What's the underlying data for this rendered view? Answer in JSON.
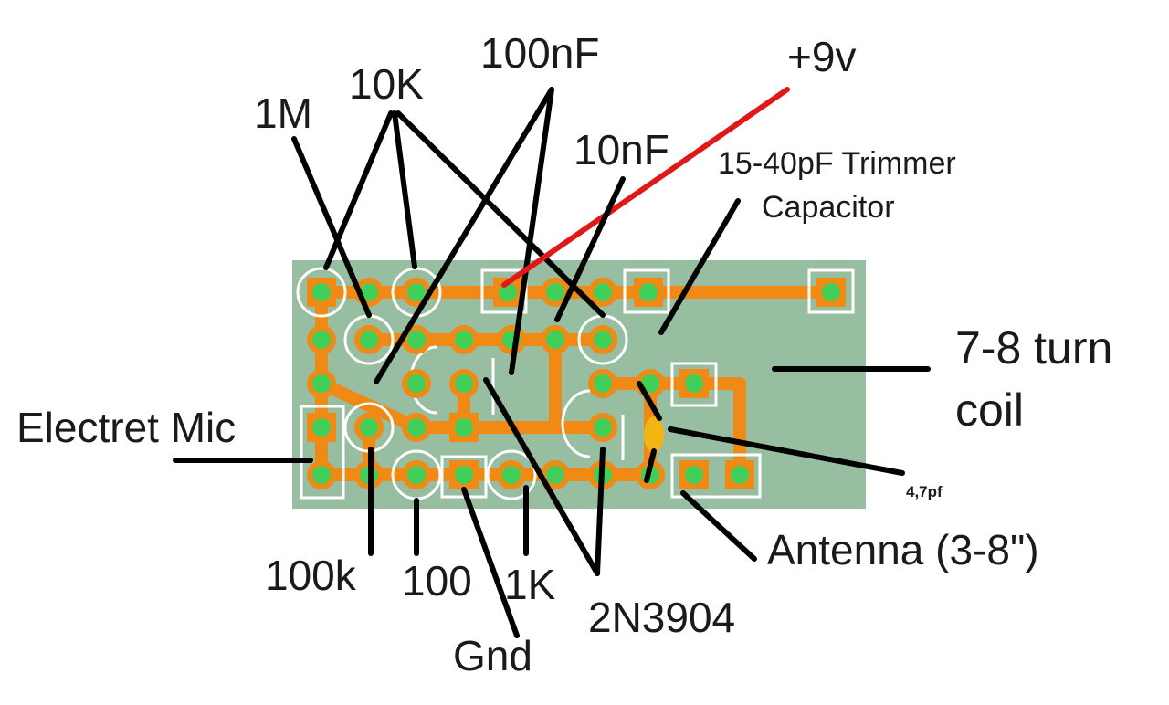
{
  "labels": {
    "r_1m": "1M",
    "r_10k": "10K",
    "c_100nf": "100nF",
    "supply": "+9v",
    "c_10nf": "10nF",
    "trimmer_line1": "15-40pF Trimmer",
    "trimmer_line2": "Capacitor",
    "coil_line1": "7-8 turn",
    "coil_line2": "coil",
    "mic": "Electret Mic",
    "c_4_7pf": "4,7pf",
    "r_100k": "100k",
    "r_100": "100",
    "r_1k": "1K",
    "ground": "Gnd",
    "transistor": "2N3904",
    "antenna": "Antenna (3-8\")"
  },
  "colors": {
    "board": "#97bea0",
    "trace": "#f08a14",
    "drill": "#42cf59",
    "silkscreen": "#ffffff",
    "leader": "#000000",
    "supply_leader": "#e01818",
    "cap_4_7pf": "#f3b512"
  }
}
